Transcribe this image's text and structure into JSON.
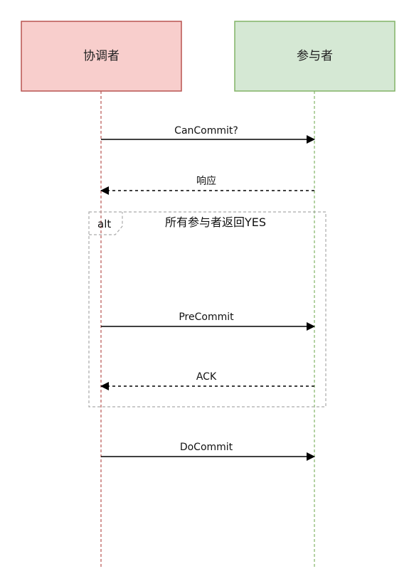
{
  "participants": {
    "coordinator": {
      "label": "协调者",
      "fill": "#f8cecc",
      "stroke": "#b85450"
    },
    "participant": {
      "label": "参与者",
      "fill": "#d5e8d4",
      "stroke": "#82b366"
    }
  },
  "messages": [
    {
      "label": "CanCommit?",
      "from": "coordinator",
      "to": "participant",
      "style": "solid"
    },
    {
      "label": "响应",
      "from": "participant",
      "to": "coordinator",
      "style": "dashed"
    },
    {
      "label": "PreCommit",
      "from": "coordinator",
      "to": "participant",
      "style": "solid"
    },
    {
      "label": "ACK",
      "from": "participant",
      "to": "coordinator",
      "style": "dashed"
    },
    {
      "label": "DoCommit",
      "from": "coordinator",
      "to": "participant",
      "style": "solid"
    }
  ],
  "alt_frame": {
    "keyword": "alt",
    "condition": "所有参与者返回YES"
  }
}
